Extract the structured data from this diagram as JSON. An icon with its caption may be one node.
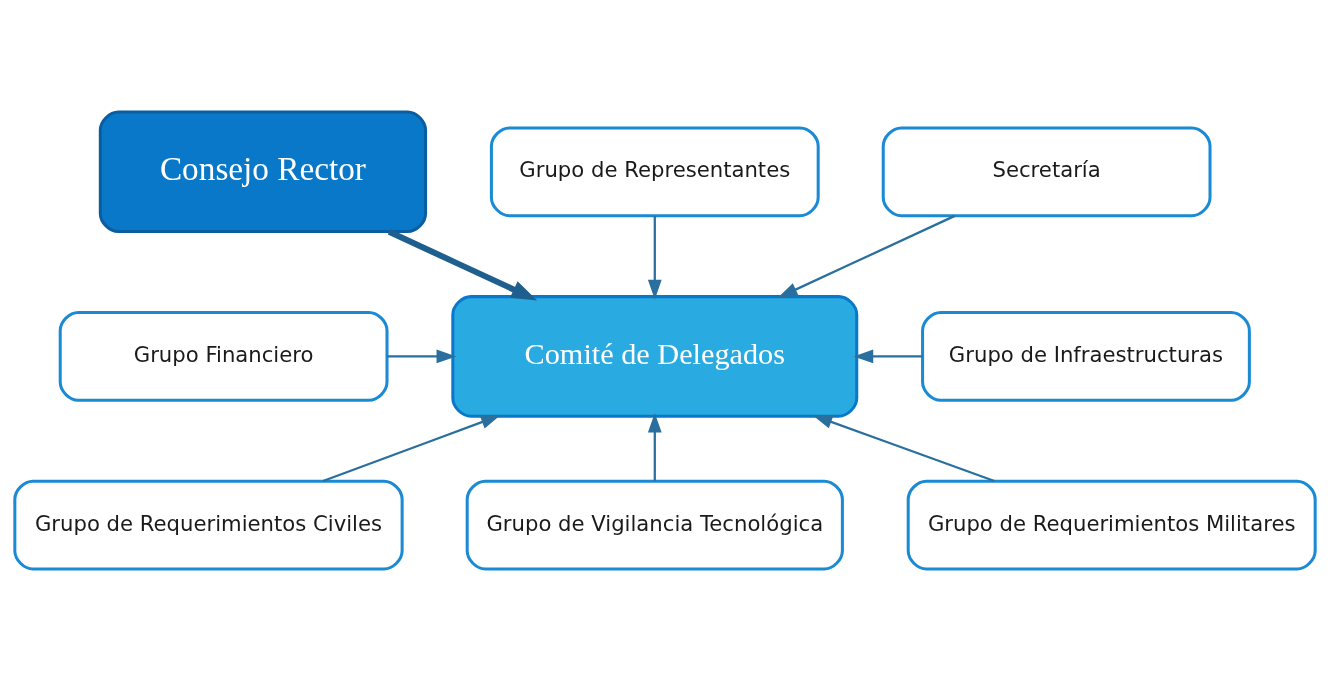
{
  "diagram": {
    "nodes": [
      {
        "text": [
          "Consejo Rector"
        ]
      },
      {
        "text": [
          "Grupo de Representantes"
        ]
      },
      {
        "text": [
          "Secretaría"
        ]
      },
      {
        "text": [
          "Comité de Delegados"
        ]
      },
      {
        "text": [
          "Grupo Financiero"
        ]
      },
      {
        "text": [
          "Grupo de Infraestructuras"
        ]
      },
      {
        "text": [
          "Grupo de Requerimientos Civiles"
        ]
      },
      {
        "text": [
          "Grupo de Vigilancia Tecnológica"
        ]
      },
      {
        "text": [
          "Grupo de Requerimientos Militares"
        ]
      }
    ],
    "edges": [
      {
        "from": 0,
        "to": 3,
        "arrow": "to",
        "style": "thick"
      },
      {
        "from": 2,
        "to": 3,
        "arrow": "to"
      },
      {
        "from": 1,
        "to": 3,
        "arrow": "to"
      },
      {
        "from": 4,
        "to": 3,
        "arrow": "to"
      },
      {
        "from": 5,
        "to": 3,
        "arrow": "to"
      },
      {
        "from": 6,
        "to": 3,
        "arrow": "to"
      },
      {
        "from": 7,
        "to": 3,
        "arrow": "to"
      },
      {
        "from": 8,
        "to": 3,
        "arrow": "to"
      }
    ]
  }
}
